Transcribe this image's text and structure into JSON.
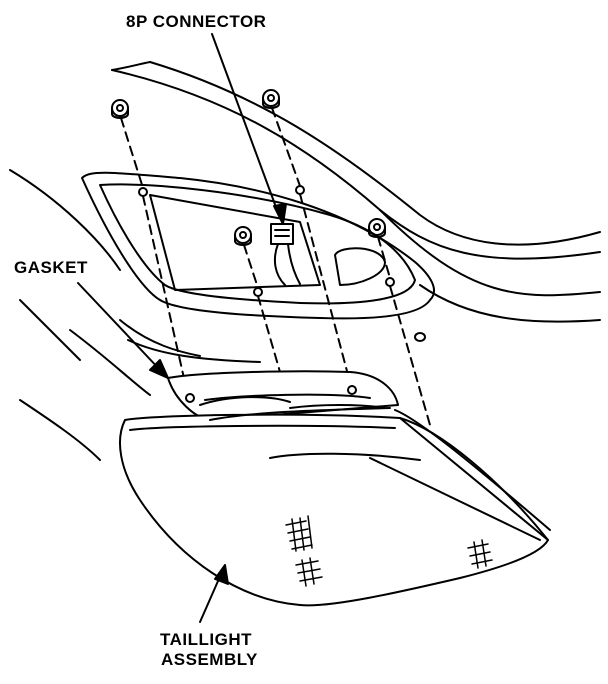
{
  "labels": {
    "connector": "8P CONNECTOR",
    "gasket": "GASKET",
    "taillight_line1": "TAILLIGHT",
    "taillight_line2": "ASSEMBLY"
  },
  "colors": {
    "ink": "#000000",
    "paper": "#ffffff"
  }
}
